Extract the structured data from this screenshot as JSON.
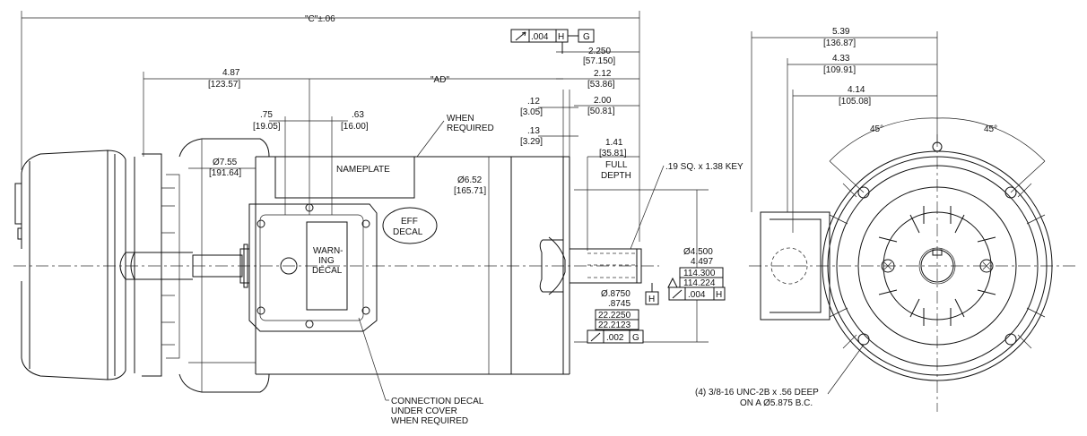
{
  "dimensions": {
    "c_overall": "\"C\"±.06",
    "ad": "\"AD\"",
    "d487_in": "4.87",
    "d487_mm": "[123.57]",
    "d75_in": ".75",
    "d75_mm": "[19.05]",
    "d63_in": ".63",
    "d63_mm": "[16.00]",
    "dia755_in": "Ø7.55",
    "dia755_mm": "[191.64]",
    "dia652_in": "Ø6.52",
    "dia652_mm": "[165.71]",
    "d12_in": ".12",
    "d12_mm": "[3.05]",
    "d13_in": ".13",
    "d13_mm": "[3.29]",
    "d2250_in": "2.250",
    "d2250_mm": "[57.150]",
    "d212_in": "2.12",
    "d212_mm": "[53.86]",
    "d200_in": "2.00",
    "d200_mm": "[50.81]",
    "d141_in": "1.41",
    "d141_mm": "[35.81]",
    "d141_note1": "FULL",
    "d141_note2": "DEPTH",
    "key_note": ".19 SQ. x 1.38 KEY",
    "shaft_dia1": "Ø.8750",
    "shaft_dia2": ".8745",
    "shaft_mm1": "22.2250",
    "shaft_mm2": "22.2123",
    "pilot_dia1": "Ø4.500",
    "pilot_dia2": "4.497",
    "pilot_mm1": "114.300",
    "pilot_mm2": "114.224",
    "d539_in": "5.39",
    "d539_mm": "[136.87]",
    "d433_in": "4.33",
    "d433_mm": "[109.91]",
    "d414_in": "4.14",
    "d414_mm": "[105.08]",
    "angle_left": "45°",
    "angle_right": "45°"
  },
  "tolerances": {
    "fcf_top_value": ".004",
    "fcf_top_datum": "H",
    "datum_g": "G",
    "fcf_runout_value": ".004",
    "fcf_runout_datum": "H",
    "fcf_shaft_value": ".002",
    "fcf_shaft_datum": "G",
    "datum_h": "H"
  },
  "labels": {
    "nameplate": "NAMEPLATE",
    "when_required_1": "WHEN",
    "when_required_2": "REQUIRED",
    "eff_decal_1": "EFF",
    "eff_decal_2": "DECAL",
    "warning_1": "WARN-",
    "warning_2": "ING",
    "warning_3": "DECAL",
    "conn_decal_1": "CONNECTION DECAL",
    "conn_decal_2": "UNDER COVER",
    "conn_decal_3": "WHEN REQUIRED",
    "bolt_note_1": "(4) 3/8-16 UNC-2B x .56 DEEP",
    "bolt_note_2": "ON A  Ø5.875 B.C."
  }
}
